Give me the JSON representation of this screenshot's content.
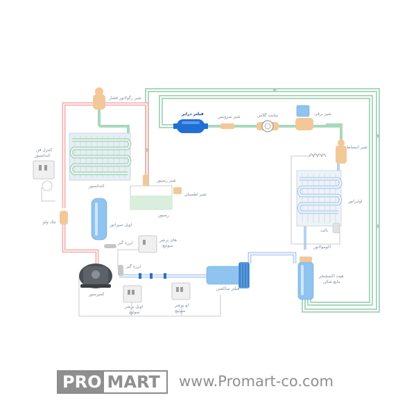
{
  "labels": {
    "filter_drier": "فیلتر درایر",
    "service_valve_top": "شیر سرویس",
    "sight_glass": "سایت گلاس",
    "solenoid_valve": "شیر برقی",
    "expansion_valve": "شیر انبساط",
    "fan_regulator_valve": "شیر رگولاتور فشار",
    "condenser_fan_control": "کنترل فن کندانسور",
    "condenser": "کندانسور",
    "receiver_valve": "شیر رسیور",
    "relief_valve": "شیر اطمینان",
    "receiver": "رسیور",
    "evaporator": "اواپراتور",
    "bulb": "بالب",
    "check_valve": "چک ولو",
    "oil_separator": "اویل سپراتور",
    "vibration_absorber_top": "لرزه گیر",
    "high_pressure_switch": "های پرشر سوئیچ",
    "vibration_absorber_bottom": "لرزه گیر",
    "compressor": "کمپرسور",
    "oil_pressure_switch": "اویل پرشر سوئیچ",
    "low_pressure_switch": "لو پرشر سوئیچ",
    "suction_filter": "فیلتر ساکشن",
    "accumulator": "اکومولاتور",
    "heat_exchanger": "هیت اکسچنجر مایع شکن"
  },
  "brand": {
    "logo_pro": "PRO",
    "logo_mart": "MART",
    "url": "www.Promart-co.com"
  },
  "colors": {
    "hot_gas_line": "#f4b3b3",
    "liquid_line": "#a9d8bd",
    "suction_line": "#b7d2f0",
    "filter_drier_blue": "#1f6fd6",
    "component_blue": "#8fc3f0",
    "brass": "#f3c898",
    "liquid_green": "#d9eedd",
    "brand_gray": "#8f8f8f"
  }
}
